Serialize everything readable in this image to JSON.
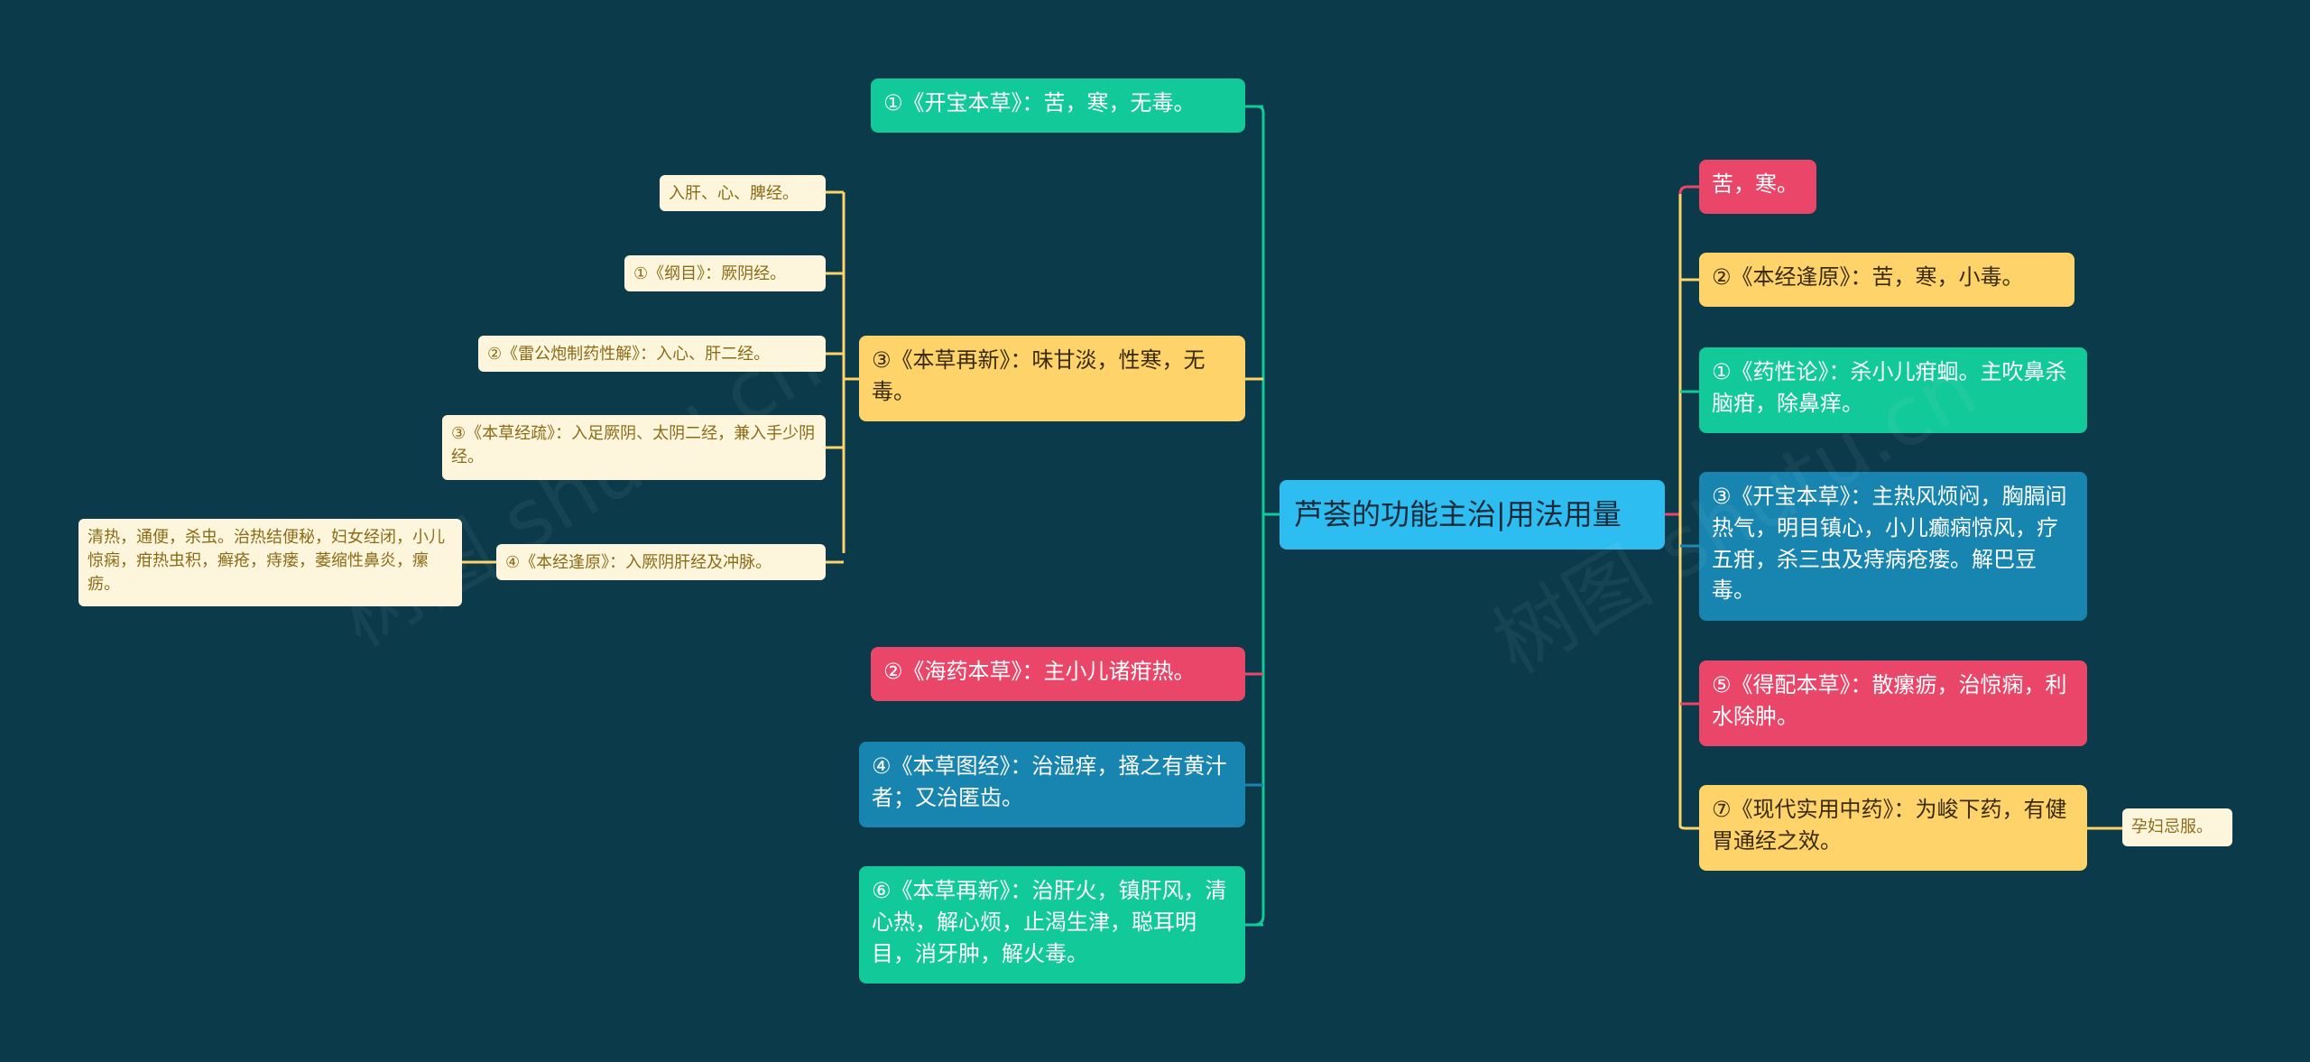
{
  "root": {
    "label": "芦荟的功能主治|用法用量"
  },
  "left": [
    {
      "label": "①《开宝本草》：苦，寒，无毒。",
      "color": "#12c99a"
    },
    {
      "label": "③《本草再新》：味甘淡，性寒，无毒。",
      "color": "#fdd36a",
      "children": [
        {
          "label": "入肝、心、脾经。"
        },
        {
          "label": "①《纲目》：厥阴经。"
        },
        {
          "label": "②《雷公炮制药性解》：入心、肝二经。"
        },
        {
          "label": "③《本草经疏》：入足厥阴、太阴二经，兼入手少阴经。"
        },
        {
          "label": "④《本经逢原》：入厥阴肝经及冲脉。",
          "children": [
            {
              "label": "清热，通便，杀虫。治热结便秘，妇女经闭，小儿惊痫，疳热虫积，癣疮，痔瘘，萎缩性鼻炎，瘰疬。"
            }
          ]
        }
      ]
    },
    {
      "label": "②《海药本草》：主小儿诸疳热。",
      "color": "#e9466a"
    },
    {
      "label": "④《本草图经》：治湿痒，搔之有黄汁者；又治匿齿。",
      "color": "#1785b0"
    },
    {
      "label": "⑥《本草再新》：治肝火，镇肝风，清心热，解心烦，止渴生津，聪耳明目，消牙肿，解火毒。",
      "color": "#12c99a"
    }
  ],
  "right": [
    {
      "label": "苦，寒。",
      "color": "#e9466a"
    },
    {
      "label": "②《本经逢原》：苦，寒，小毒。",
      "color": "#fdd36a"
    },
    {
      "label": "①《药性论》：杀小儿疳蛔。主吹鼻杀脑疳，除鼻痒。",
      "color": "#12c99a"
    },
    {
      "label": "③《开宝本草》：主热风烦闷，胸膈间热气，明目镇心，小儿癫痫惊风，疗五疳，杀三虫及痔病疮瘘。解巴豆毒。",
      "color": "#1785b0"
    },
    {
      "label": "⑤《得配本草》：散瘰疬，治惊痫，利水除肿。",
      "color": "#e9466a"
    },
    {
      "label": "⑦《现代实用中药》：为峻下药，有健胃通经之效。",
      "color": "#fdd36a",
      "children": [
        {
          "label": "孕妇忌服。"
        }
      ]
    }
  ],
  "watermark": "树图 shutu.cn"
}
